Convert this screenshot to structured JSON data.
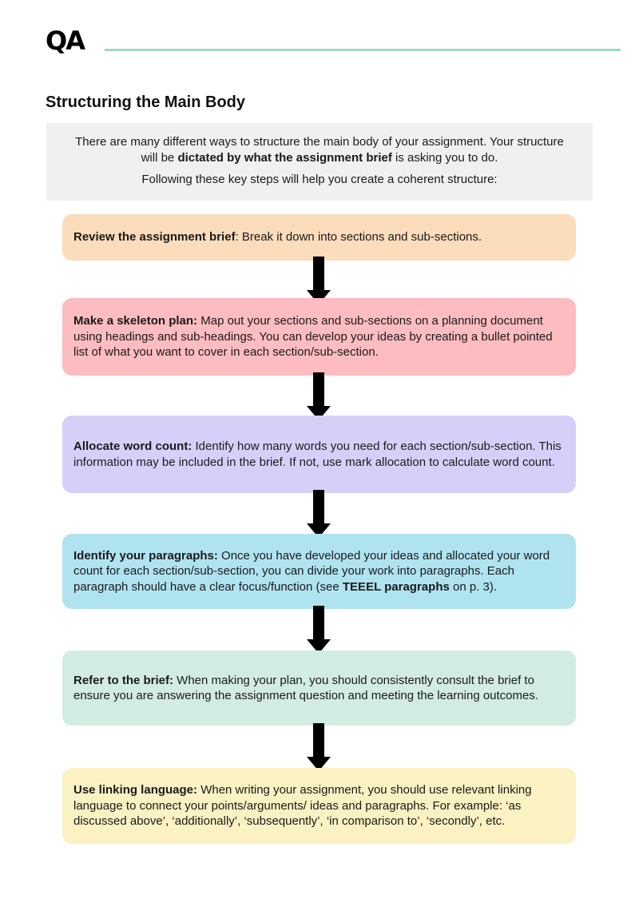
{
  "header": {
    "logo": "QA",
    "accent_color": "#9fd9c7"
  },
  "page_title": "Structuring the Main Body",
  "intro": {
    "line1_before": "There are many different ways to structure the main body of your assignment. Your structure will be ",
    "line1_bold": "dictated by what the assignment brief",
    "line1_after": " is asking you to do.",
    "line2": "Following these key steps will help you create a coherent structure:"
  },
  "steps": [
    {
      "heading": "Review the assignment brief",
      "text": ": Break it down into sections and sub-sections.",
      "color": "#fbdcbb"
    },
    {
      "heading": "Make a skeleton plan:",
      "text": " Map out your sections and sub-sections on a planning document using headings and sub-headings. You can develop your ideas by creating a bullet pointed list of what you want to cover in each section/sub-section.",
      "color": "#fcbcc0"
    },
    {
      "heading": "Allocate word count:",
      "text": " Identify how many words you need for each section/sub-section. This information may be included in the brief. If not, use mark allocation to calculate word count.",
      "color": "#d8cff9"
    },
    {
      "heading": "Identify your paragraphs:",
      "text": " Once you have developed your ideas and allocated your word count for each section/sub-section, you can divide your work into paragraphs. Each paragraph should have a clear focus/function (see ",
      "bold_ref": "TEEEL paragraphs",
      "text_after": " on p. 3).",
      "color": "#b0e3f0"
    },
    {
      "heading": "Refer to the brief:",
      "text": " When making your plan, you should consistently consult the brief to ensure you are answering the assignment question and meeting the learning outcomes.",
      "color": "#d3ece1"
    },
    {
      "heading": "Use linking language:",
      "text": " When writing your assignment, you should use relevant linking language to connect your points/arguments/ ideas and paragraphs. For example: ‘as discussed above’, ‘additionally’, ‘subsequently’, ‘in comparison to’, ‘secondly’, etc.",
      "color": "#fcf1c2"
    }
  ],
  "arrow_color": "#000000"
}
